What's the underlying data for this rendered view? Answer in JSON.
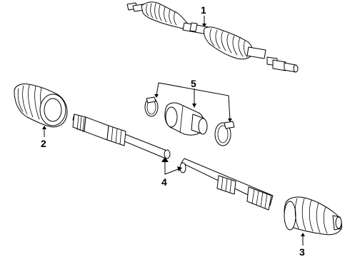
{
  "callouts": [
    {
      "id": "1",
      "label": "1",
      "part": "axle-shaft-assembly"
    },
    {
      "id": "2",
      "label": "2",
      "part": "outer-boot"
    },
    {
      "id": "3",
      "label": "3",
      "part": "inner-boot"
    },
    {
      "id": "4",
      "label": "4",
      "part": "axle-shaft"
    },
    {
      "id": "5",
      "label": "5",
      "part": "dynamic-damper-kit"
    }
  ],
  "colors": {
    "ink": "#000000",
    "paper": "#ffffff"
  }
}
